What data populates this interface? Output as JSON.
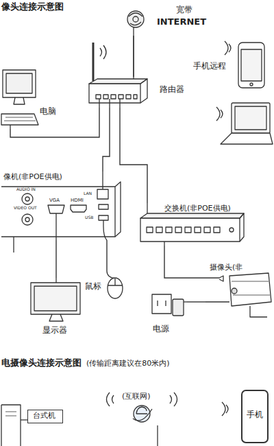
{
  "diagram": {
    "title": "像头连接示意图",
    "nodes": [
      {
        "text": [
          "宽带",
          "INTERNET"
        ]
      },
      {
        "text": [
          "手机远程"
        ]
      },
      {
        "text": [
          "电脑"
        ]
      },
      {
        "text": [
          "路由器"
        ]
      },
      {
        "text": [
          "像机(非POE供电)"
        ]
      },
      {
        "text": [
          "交换机(非POE供电)"
        ]
      },
      {
        "text": [
          "显示器"
        ]
      },
      {
        "text": [
          "鼠标"
        ]
      },
      {
        "text": [
          "摄像头(非"
        ]
      },
      {
        "text": [
          "电源"
        ]
      },
      {
        "text": [
          "(互联网)"
        ]
      },
      {
        "text": [
          "手机"
        ]
      },
      {
        "text": [
          "台式机"
        ]
      }
    ],
    "edges": [
      {
        "from": 0,
        "to": 3,
        "arrow": "none"
      },
      {
        "from": 2,
        "to": 3,
        "arrow": "none"
      },
      {
        "from": 3,
        "to": 4,
        "arrow": "none"
      },
      {
        "from": 3,
        "to": 5,
        "arrow": "none"
      },
      {
        "from": 4,
        "to": 6,
        "arrow": "none"
      },
      {
        "from": 4,
        "to": 7,
        "arrow": "none"
      },
      {
        "from": 5,
        "to": 8,
        "arrow": "none"
      },
      {
        "from": 9,
        "to": 8,
        "arrow": "none"
      }
    ],
    "labels": [
      "AUDIO IN",
      "VIDEO OUT",
      "VGA",
      "HDMI",
      "LAN",
      "USB",
      "电摄像头连接示意图",
      "(传输距离建议在80米内)"
    ]
  }
}
